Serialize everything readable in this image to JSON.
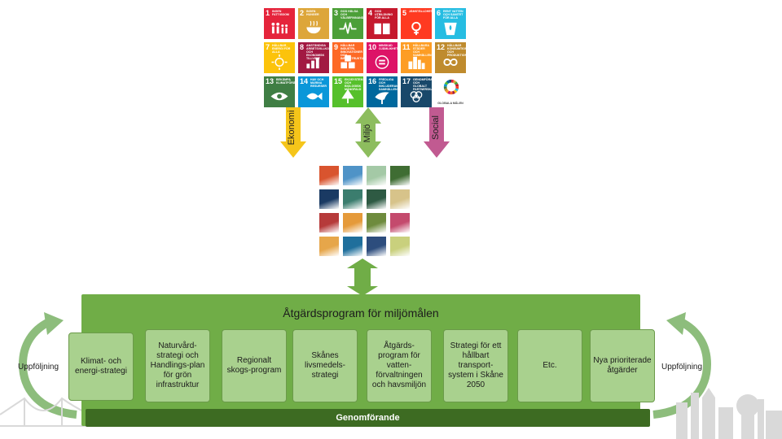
{
  "sdg": {
    "goals": [
      {
        "n": "1",
        "title": "Ingen fattigdom",
        "color": "#e5243b",
        "icon": "people-icon"
      },
      {
        "n": "2",
        "title": "Ingen hunger",
        "color": "#dda63a",
        "icon": "bowl-icon"
      },
      {
        "n": "3",
        "title": "God hälsa och välbefinnande",
        "color": "#4c9f38",
        "icon": "pulse-icon"
      },
      {
        "n": "4",
        "title": "God utbildning för alla",
        "color": "#c5192d",
        "icon": "book-icon"
      },
      {
        "n": "5",
        "title": "Jämställdhet",
        "color": "#ff3a21",
        "icon": "gender-icon"
      },
      {
        "n": "6",
        "title": "Rent vatten och sanitet för alla",
        "color": "#26bde2",
        "icon": "water-icon"
      },
      {
        "n": "7",
        "title": "Hållbar energi för alla",
        "color": "#fcc30b",
        "icon": "sun-icon"
      },
      {
        "n": "8",
        "title": "Anständiga arbetsvillkor och ekonomisk tillväxt",
        "color": "#a21942",
        "icon": "chart-icon"
      },
      {
        "n": "9",
        "title": "Hållbar industri, innovationer och infrastruktur",
        "color": "#fd6925",
        "icon": "cubes-icon"
      },
      {
        "n": "10",
        "title": "Minskad ojämlikhet",
        "color": "#dd1367",
        "icon": "equal-icon"
      },
      {
        "n": "11",
        "title": "Hållbara städer och samhällen",
        "color": "#fd9d24",
        "icon": "city-icon"
      },
      {
        "n": "12",
        "title": "Hållbar konsumtion och produktion",
        "color": "#bf8b2e",
        "icon": "infinity-icon"
      },
      {
        "n": "13",
        "title": "Bekämpa klimatförändringarna",
        "color": "#3f7e44",
        "icon": "eye-icon"
      },
      {
        "n": "14",
        "title": "Hav och marina resurser",
        "color": "#0a97d9",
        "icon": "fish-icon"
      },
      {
        "n": "15",
        "title": "Ekosystem och biologisk mångfald",
        "color": "#56c02b",
        "icon": "tree-icon"
      },
      {
        "n": "16",
        "title": "Fredliga och inkluderande samhällen",
        "color": "#00689d",
        "icon": "dove-icon"
      },
      {
        "n": "17",
        "title": "Genomförande och globalt partnerskap",
        "color": "#19486a",
        "icon": "rings-icon"
      }
    ],
    "logo_caption": "GLOBALA MÅLEN"
  },
  "arrows": {
    "left": {
      "label": "Ekonomi",
      "color": "#f5c51a"
    },
    "middle": {
      "label": "Miljö",
      "color": "#8dbd5e"
    },
    "right": {
      "label": "Social",
      "color": "#c15a91"
    }
  },
  "env_goals": {
    "colors": [
      "#d9542e",
      "#4f93c7",
      "#a4c9a6",
      "#3f6d33",
      "#1a3a63",
      "#3b7d6e",
      "#2e5a43",
      "#d7c38a",
      "#b63a3a",
      "#e59a3a",
      "#6e8b3d",
      "#c44a6d",
      "#e6a64a",
      "#1f6f9c",
      "#2d4d7d",
      "#c9d07d"
    ]
  },
  "panel": {
    "title": "Åtgärdsprogram för miljömålen",
    "boxes": [
      "Klimat- och energi-strategi",
      "Naturvård-strategi och Handlings-plan för grön infrastruktur",
      "Regionalt skogs-program",
      "Skånes livsmedels-strategi",
      "Åtgärds-program för vatten-förvaltningen och havsmiljön",
      "Strategi för ett hållbart transport-system i Skåne 2050",
      "Etc.",
      "Nya prioriterade åtgärder"
    ],
    "bar_label": "Genomförande",
    "follow_up_left": "Uppföljning",
    "follow_up_right": "Uppföljning"
  },
  "colors": {
    "panel": "#70ad47",
    "box": "#a9d18e",
    "bar": "#3d6b22"
  }
}
